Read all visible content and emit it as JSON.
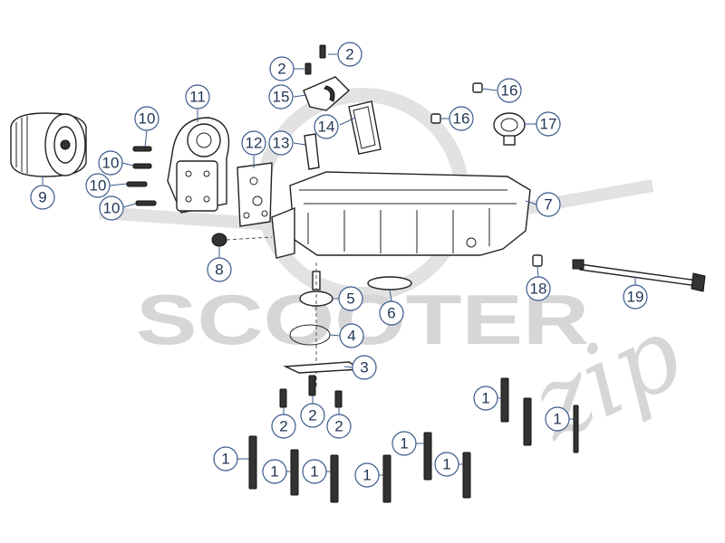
{
  "watermark": {
    "brand": "SCOOTER",
    "script": "zip"
  },
  "callouts": [
    {
      "id": "c-2a",
      "label": "2"
    },
    {
      "id": "c-2b",
      "label": "2"
    },
    {
      "id": "c-15",
      "label": "15"
    },
    {
      "id": "c-14",
      "label": "14"
    },
    {
      "id": "c-13",
      "label": "13"
    },
    {
      "id": "c-12",
      "label": "12"
    },
    {
      "id": "c-11",
      "label": "11"
    },
    {
      "id": "c-10a",
      "label": "10"
    },
    {
      "id": "c-10b",
      "label": "10"
    },
    {
      "id": "c-10c",
      "label": "10"
    },
    {
      "id": "c-10d",
      "label": "10"
    },
    {
      "id": "c-9",
      "label": "9"
    },
    {
      "id": "c-16a",
      "label": "16"
    },
    {
      "id": "c-16b",
      "label": "16"
    },
    {
      "id": "c-17",
      "label": "17"
    },
    {
      "id": "c-7",
      "label": "7"
    },
    {
      "id": "c-8",
      "label": "8"
    },
    {
      "id": "c-5",
      "label": "5"
    },
    {
      "id": "c-6",
      "label": "6"
    },
    {
      "id": "c-4",
      "label": "4"
    },
    {
      "id": "c-3",
      "label": "3"
    },
    {
      "id": "c-18",
      "label": "18"
    },
    {
      "id": "c-19",
      "label": "19"
    },
    {
      "id": "c-2c",
      "label": "2"
    },
    {
      "id": "c-2d",
      "label": "2"
    },
    {
      "id": "c-2e",
      "label": "2"
    },
    {
      "id": "c-1a",
      "label": "1"
    },
    {
      "id": "c-1b",
      "label": "1"
    },
    {
      "id": "c-1c",
      "label": "1"
    },
    {
      "id": "c-1d",
      "label": "1"
    },
    {
      "id": "c-1e",
      "label": "1"
    },
    {
      "id": "c-1f",
      "label": "1"
    },
    {
      "id": "c-1g",
      "label": "1"
    },
    {
      "id": "c-1h",
      "label": "1"
    }
  ]
}
